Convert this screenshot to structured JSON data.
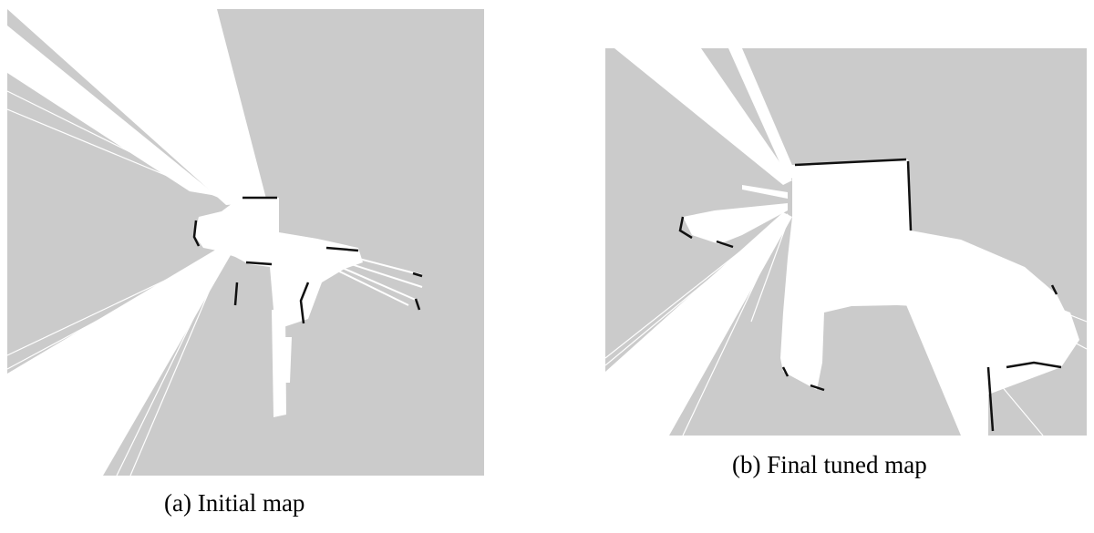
{
  "figure": {
    "panels": [
      {
        "id": "a",
        "caption": "(a) Initial map",
        "unknown_color": "#cbcbcb",
        "free_color": "#ffffff",
        "obstacle_color": "#111111"
      },
      {
        "id": "b",
        "caption": "(b) Final tuned map",
        "unknown_color": "#cbcbcb",
        "free_color": "#ffffff",
        "obstacle_color": "#111111"
      }
    ]
  }
}
